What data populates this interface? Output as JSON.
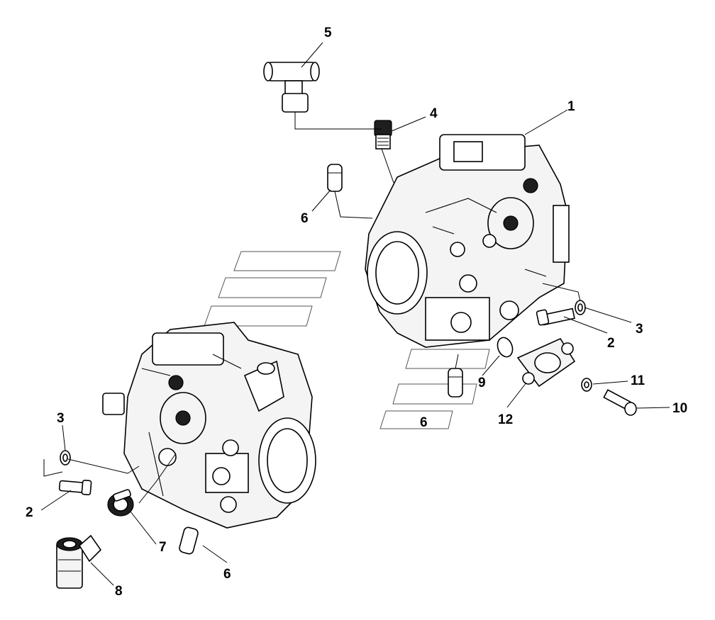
{
  "callouts": {
    "c1": "1",
    "c2a": "2",
    "c2b": "2",
    "c3a": "3",
    "c3b": "3",
    "c4": "4",
    "c5": "5",
    "c6a": "6",
    "c6b": "6",
    "c6c": "6",
    "c7": "7",
    "c8": "8",
    "c9": "9",
    "c10": "10",
    "c11": "11",
    "c12": "12"
  }
}
